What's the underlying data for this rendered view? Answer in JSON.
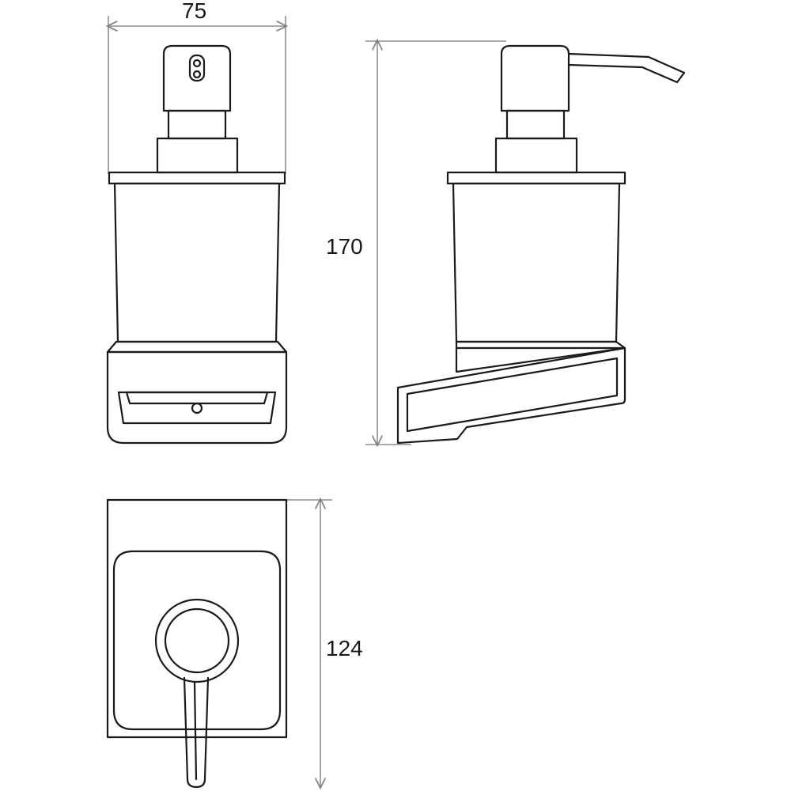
{
  "dimensions": {
    "width": "75",
    "height": "170",
    "depth": "124"
  }
}
